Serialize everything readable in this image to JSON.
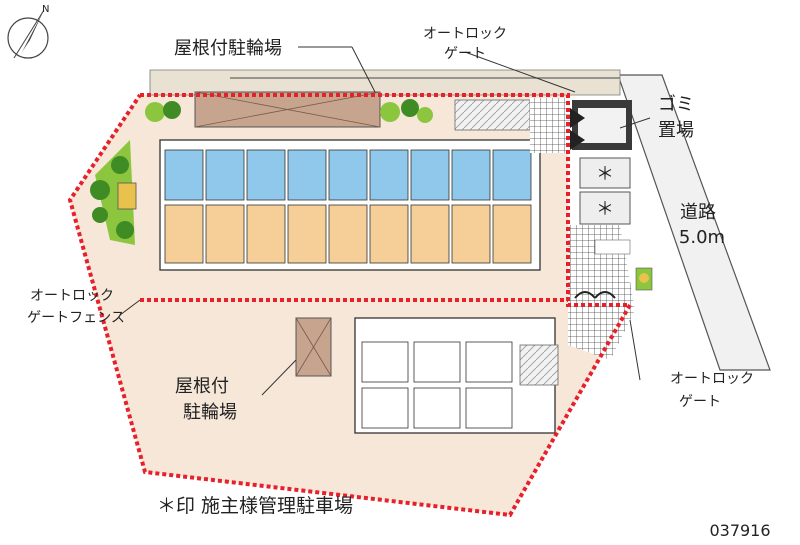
{
  "labels": {
    "roof_bike_top": "屋根付駐輪場",
    "autolock_gate_top_1": "オートロック",
    "autolock_gate_top_2": "ゲート",
    "garbage_1": "ゴミ",
    "garbage_2": "置場",
    "road_1": "道路",
    "road_2": "5.0m",
    "fence_1": "オートロック",
    "fence_2": "ゲートフェンス",
    "roof_bike_bottom_1": "屋根付",
    "roof_bike_bottom_2": "駐輪場",
    "autolock_gate_right_1": "オートロック",
    "autolock_gate_right_2": "ゲート",
    "legend": "＊印 施主様管理駐車場",
    "property_code": "037916",
    "parking_mark": "＊",
    "compass_north": "N"
  },
  "colors": {
    "boundary": "#e8202a",
    "site_fill": "#f7e7d9",
    "hatch_fill": "#c7a48e",
    "bath": "#8fc8ea",
    "room": "#f5cf97",
    "tree_dark": "#3f8c24",
    "tree_light": "#8cc63e",
    "road_fill": "#f1f1f1"
  },
  "icons": [
    "compass-icon",
    "parking-asterisk-icon",
    "tree-icon",
    "gate-icon"
  ]
}
